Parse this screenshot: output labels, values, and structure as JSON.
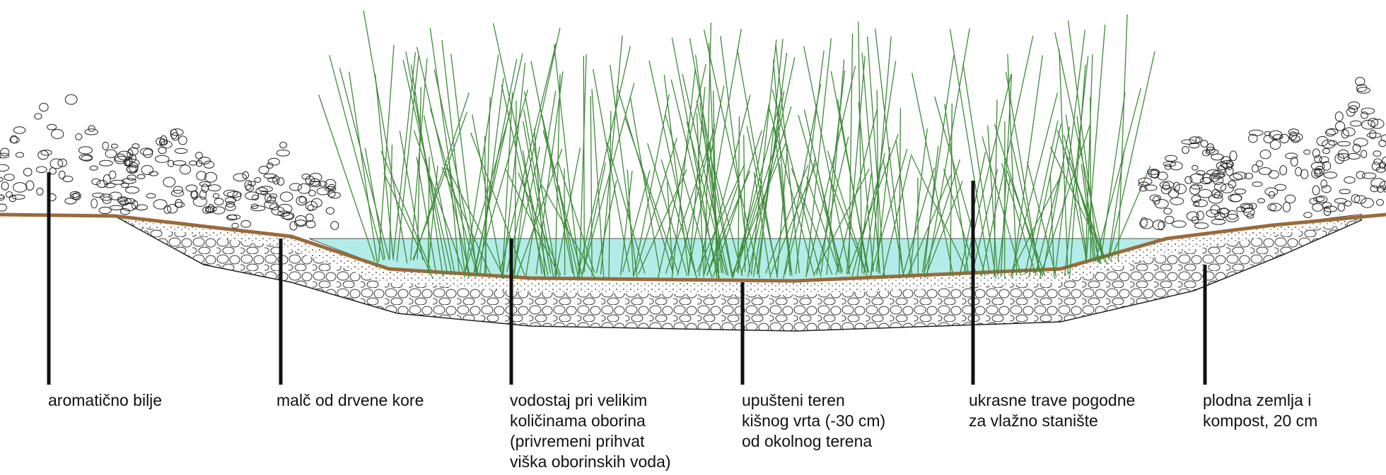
{
  "diagram": {
    "title": "Rain garden cross-section",
    "colors": {
      "water": "#b3ebe8",
      "mulch": "#9a6a3a",
      "grass": "#3f8a3a",
      "pointer": "#111111"
    },
    "labels": [
      {
        "id": "aromatic-plants",
        "text": "aromatično bilje"
      },
      {
        "id": "bark-mulch",
        "text": "malč od drvene kore"
      },
      {
        "id": "high-water-level",
        "text": "vodostaj pri velikim\nkoličinama oborina\n(privremeni prihvat\nviška oborinskih voda)"
      },
      {
        "id": "sunken-terrain",
        "text": "upušteni teren\nkišnog vrta (-30 cm)\nod okolnog terena"
      },
      {
        "id": "ornamental-grasses",
        "text": "ukrasne trave pogodne\nza vlažno stanište"
      },
      {
        "id": "fertile-soil",
        "text": "plodna zemlja i\nkompost, 20 cm"
      }
    ]
  }
}
